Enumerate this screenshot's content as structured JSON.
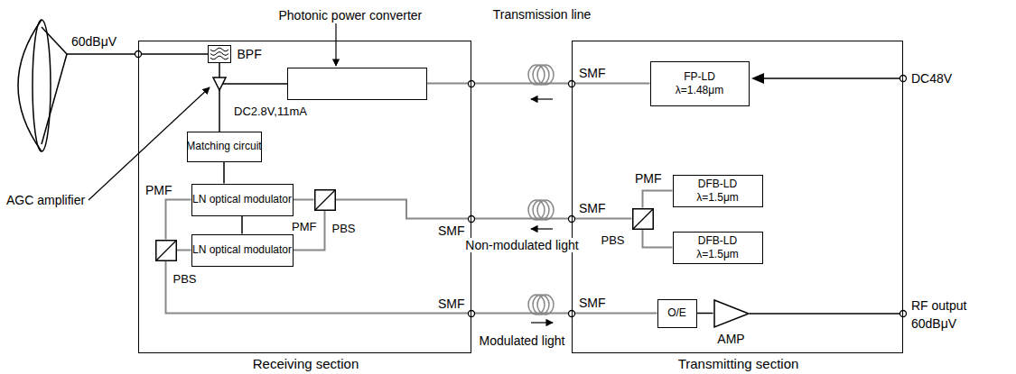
{
  "diagram": {
    "nodes": [
      {
        "text": [
          "Receiving section"
        ]
      },
      {
        "text": [
          "BPF"
        ],
        "in": 0
      },
      {
        "text": [
          "Photonic power converter"
        ],
        "in": 0
      },
      {
        "text": [
          "Matching circuit"
        ],
        "in": 0
      },
      {
        "text": [
          "LN optical modulator"
        ],
        "in": 0
      },
      {
        "text": [
          "LN optical modulator"
        ],
        "in": 0
      },
      {
        "text": [
          "PBS"
        ],
        "in": 0
      },
      {
        "text": [
          "PBS"
        ],
        "in": 0
      },
      {
        "text": [
          "Transmitting section"
        ]
      },
      {
        "text": [
          "FP-LD",
          "λ=1.48μm"
        ],
        "in": 8
      },
      {
        "text": [
          "DFB-LD",
          "λ=1.5μm"
        ],
        "in": 8
      },
      {
        "text": [
          "DFB-LD",
          "λ=1.5μm"
        ],
        "in": 8
      },
      {
        "text": [
          "PBS"
        ],
        "in": 8
      },
      {
        "text": [
          "O/E"
        ],
        "in": 8
      },
      {
        "text": [
          "AMP"
        ],
        "in": 8
      }
    ],
    "edges": [
      {
        "from": 9,
        "to": 2,
        "arrow": "none"
      },
      {
        "from": 12,
        "to": 6,
        "arrow": "none"
      },
      {
        "from": 7,
        "to": 13,
        "arrow": "none"
      },
      {
        "from": 10,
        "to": 12,
        "arrow": "none"
      },
      {
        "from": 11,
        "to": 12,
        "arrow": "none"
      },
      {
        "from": 6,
        "to": 4,
        "arrow": "none"
      },
      {
        "from": 6,
        "to": 5,
        "arrow": "none"
      },
      {
        "from": 4,
        "to": 7,
        "arrow": "none"
      },
      {
        "from": 5,
        "to": 7,
        "arrow": "none"
      },
      {
        "from": 3,
        "to": 4,
        "arrow": "none"
      },
      {
        "from": 4,
        "to": 5,
        "arrow": "none"
      },
      {
        "from": 13,
        "to": 14,
        "arrow": "none"
      }
    ],
    "labels": [
      "60dBμV",
      "AGC amplifier",
      "DC2.8V,11mA",
      "PMF",
      "PMF",
      "SMF",
      "SMF",
      "Transmission line",
      "Non-modulated light",
      "Modulated light",
      "SMF",
      "SMF",
      "PMF",
      "SMF",
      "DC48V",
      "RF output",
      "60dBμV"
    ]
  }
}
